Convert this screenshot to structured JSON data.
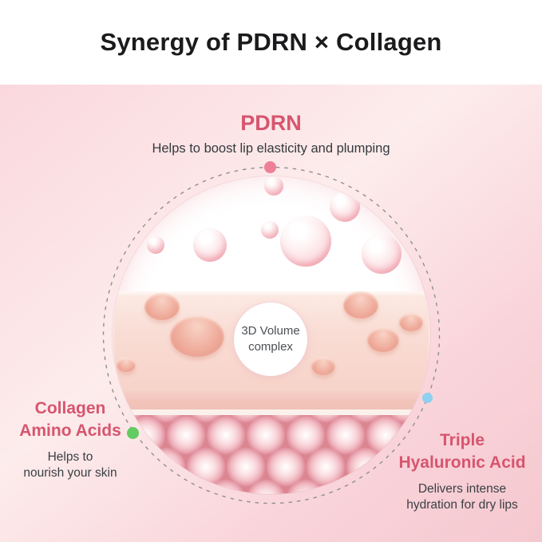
{
  "title": "Synergy of PDRN × Collagen",
  "pdrn": {
    "heading": "PDRN",
    "description": "Helps to boost lip elasticity and plumping"
  },
  "center_badge": {
    "line1": "3D Volume",
    "line2": "complex"
  },
  "collagen": {
    "heading_line1": "Collagen",
    "heading_line2": "Amino Acids",
    "description_line1": "Helps to",
    "description_line2": "nourish your skin"
  },
  "hyaluronic": {
    "heading_line1": "Triple",
    "heading_line2": "Hyaluronic Acid",
    "description_line1": "Delivers intense",
    "description_line2": "hydration for dry lips"
  },
  "colors": {
    "accent_pink": "#d6556f",
    "title_text": "#1b1b1d",
    "body_text": "#3a3f45",
    "dot_pink": "#ee7f96",
    "dot_green": "#62cb62",
    "dot_blue": "#8ed0f0"
  }
}
